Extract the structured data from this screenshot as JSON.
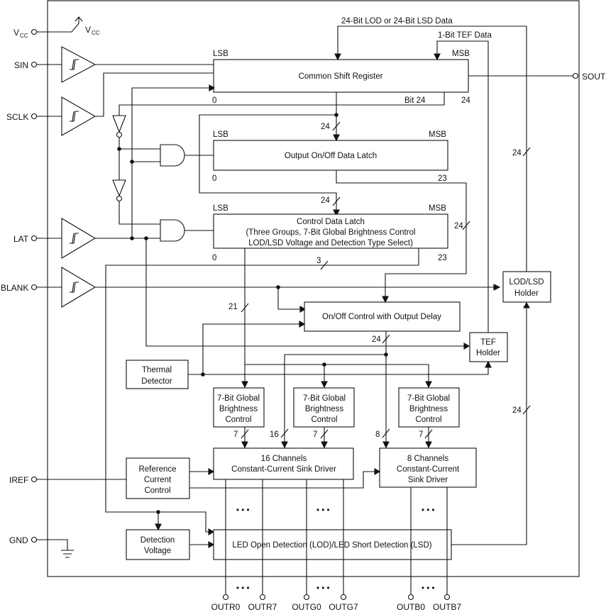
{
  "pins": {
    "vcc": "V",
    "vcc_sub": "CC",
    "vcc_internal": "V",
    "vcc_internal_sub": "CC",
    "sin": "SIN",
    "sclk": "SCLK",
    "lat": "LAT",
    "blank": "BLANK",
    "iref": "IREF",
    "gnd": "GND",
    "sout": "SOUT",
    "outputs": [
      "OUTR0",
      "OUTR7",
      "OUTG0",
      "OUTG7",
      "OUTB0",
      "OUTB7"
    ]
  },
  "blocks": {
    "shift_register": "Common Shift Register",
    "onoff_latch": "Output On/Off Data Latch",
    "control_latch": [
      "Control Data Latch",
      "(Three Groups, 7-Bit Global Brightness Control",
      "LOD/LSD Voltage and Detection Type Select)"
    ],
    "onoff_control": "On/Off Control with Output Delay",
    "lod_lsd_holder": [
      "LOD/LSD",
      "Holder"
    ],
    "tef_holder": [
      "TEF",
      "Holder"
    ],
    "thermal": [
      "Thermal",
      "Detector"
    ],
    "gbc": [
      "7-Bit Global",
      "Brightness",
      "Control"
    ],
    "driver16": [
      "16 Channels",
      "Constant-Current Sink Driver"
    ],
    "driver8": [
      "8 Channels",
      "Constant-Current",
      "Sink Driver"
    ],
    "reference": [
      "Reference",
      "Current",
      "Control"
    ],
    "detection_voltage": [
      "Detection",
      "Voltage"
    ],
    "lod_lsd": "LED Open Detection (LOD)/LED Short Detection (LSD)"
  },
  "labels": {
    "lod_lsd_data": "24-Bit LOD or 24-Bit LSD Data",
    "tef_data": "1-Bit TEF Data",
    "lsb": "LSB",
    "msb": "MSB",
    "bit0": "0",
    "bit23": "23",
    "bit24": "24",
    "bit24_name": "Bit 24",
    "bus24": "24",
    "bus21": "21",
    "bus3": "3",
    "bus7": "7",
    "bus16": "16",
    "bus8": "8",
    "ellipsis": "• • •"
  }
}
